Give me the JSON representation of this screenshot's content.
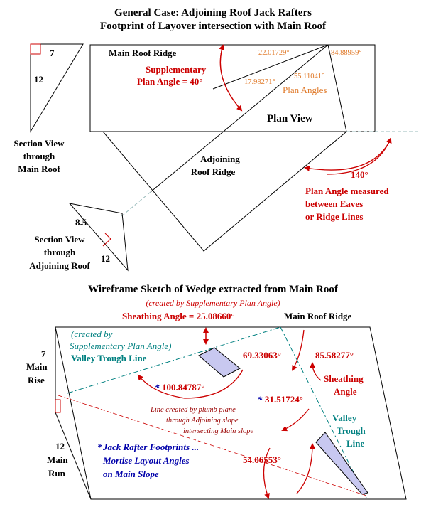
{
  "titles": {
    "line1": "General Case: Adjoining Roof Jack Rafters",
    "line2": "Footprint of Layover intersection with Main Roof",
    "wireframe": "Wireframe Sketch of Wedge extracted from Main Roof"
  },
  "section_main": {
    "rise": "7",
    "run": "12",
    "label1": "Section View",
    "label2": "through",
    "label3": "Main Roof"
  },
  "plan": {
    "main_ridge": "Main Roof Ridge",
    "supp_line1": "Supplementary",
    "supp_line2": "Plan Angle = 40°",
    "angle_a": "22.01729°",
    "angle_b": "84.88959°",
    "angle_c": "17.98271°",
    "angle_d": "55.11041°",
    "plan_angles": "Plan Angles",
    "plan_view": "Plan View",
    "adj_ridge1": "Adjoining",
    "adj_ridge2": "Roof Ridge",
    "angle_140": "140°",
    "eaves1": "Plan Angle measured",
    "eaves2": "between Eaves",
    "eaves3": "or Ridge Lines"
  },
  "section_adj": {
    "rise": "8.5",
    "run": "12",
    "label1": "Section View",
    "label2": "through",
    "label3": "Adjoining Roof"
  },
  "wireframe": {
    "created_by_red": "(created by Supplementary Plan Angle)",
    "sheathing_top": "Sheathing Angle = 25.08660°",
    "main_ridge": "Main Roof Ridge",
    "created_by_teal1": "(created by",
    "created_by_teal2": "Supplementary Plan Angle)",
    "valley_trough": "Valley Trough Line",
    "angle_69": "69.33063°",
    "angle_85": "85.58277°",
    "sheathing1": "Sheathing",
    "sheathing2": "Angle",
    "angle_100": "100.84787°",
    "angle_31": "31.51724°",
    "star": "*",
    "plumb1": "Line created by plumb plane",
    "plumb2": "through Adjoining slope",
    "plumb3": "intersecting Main slope",
    "valley1": "Valley",
    "valley2": "Trough",
    "valley3": "Line",
    "jack1": "Jack Rafter Footprints ...",
    "jack2": "Mortise Layout Angles",
    "jack3": "on Main Slope",
    "angle_54": "54.06553°",
    "rise_num": "7",
    "rise1": "Main",
    "rise2": "Rise",
    "run_num": "12",
    "run1": "Main",
    "run2": "Run"
  },
  "colors": {
    "red": "#cc0000",
    "teal": "#008080",
    "orange": "#e07a2a",
    "navy": "#000080",
    "footprint_fill": "#c8c8f0"
  }
}
